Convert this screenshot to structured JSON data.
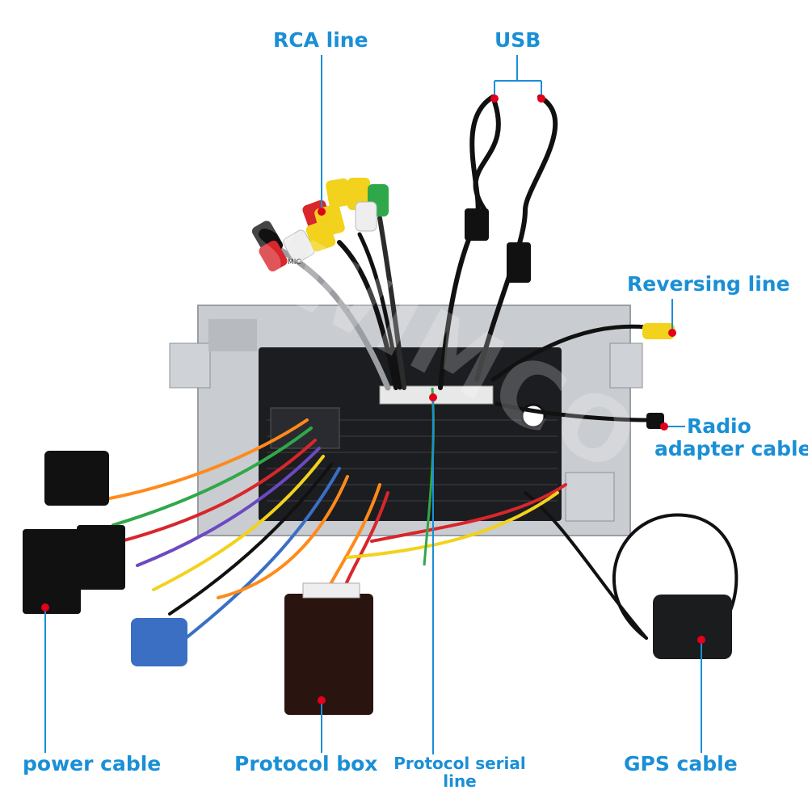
{
  "labels": {
    "rca_line": "RCA line",
    "usb": "USB",
    "reversing_line": "Reversing line",
    "radio_adapter_line1": "Radio",
    "radio_adapter_line2": "adapter cable",
    "power_cable": "power cable",
    "protocol_box": "Protocol box",
    "protocol_serial_line1": "Protocol serial",
    "protocol_serial_line2": "line",
    "gps_cable": "GPS cable"
  },
  "connector_tags": {
    "mic": "MIC"
  },
  "watermark": "SWIMCO",
  "colors": {
    "label_blue": "#1a8fd6",
    "pointer_line": "#1a8fd6",
    "marker_red": "#e3001b",
    "chassis": "#c9ccd0",
    "unit_black": "#1c1d20",
    "rca_yellow": "#f2d21c",
    "rca_red": "#d8262b",
    "rca_white": "#eeeeee",
    "rca_green": "#2fa84a",
    "protocol_box": "#2a1410",
    "blue_connector": "#3a6fc4"
  }
}
